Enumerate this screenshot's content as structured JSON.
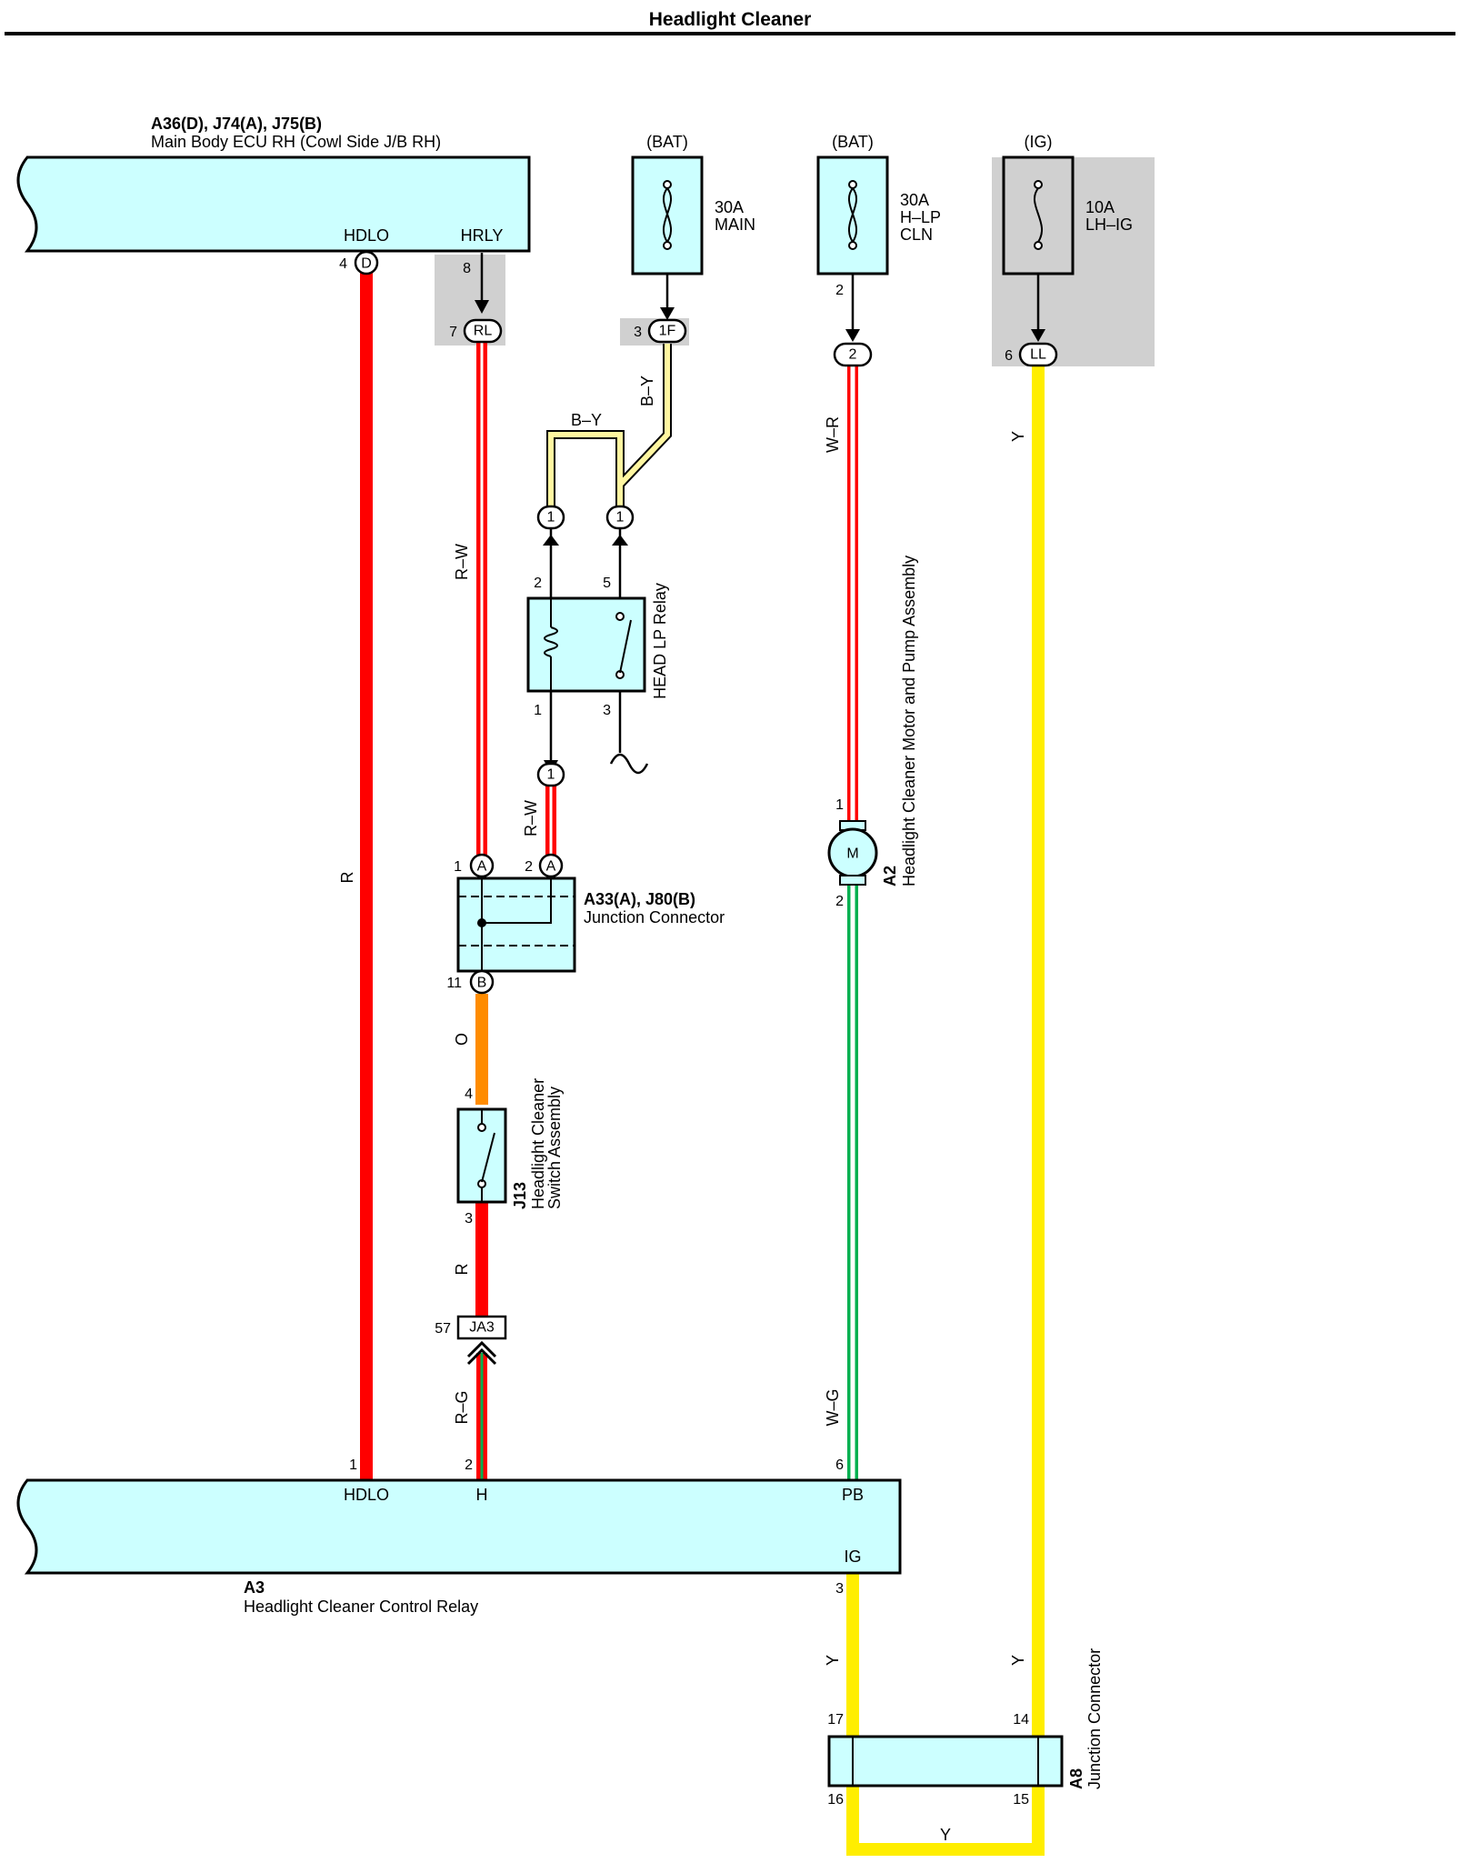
{
  "title": "Headlight Cleaner",
  "colors": {
    "red": "#ff0000",
    "orange": "#ff8c00",
    "yellow": "#ffee00",
    "light_yellow": "#fff6a0",
    "white": "#ffffff",
    "green": "#00b050",
    "component_fill": "#ccffff",
    "shade": "#d0d0d0"
  },
  "main_ecu": {
    "codes": "A36(D), J74(A), J75(B)",
    "name": "Main Body ECU RH (Cowl Side J/B RH)",
    "term_hdlo": "HDLO",
    "term_hrly": "HRLY",
    "pin_hdlo": "4",
    "conn_hdlo": "D",
    "pin_hrly": "8",
    "pin_rl": "7",
    "conn_rl": "RL"
  },
  "fuse_main": {
    "source": "(BAT)",
    "amp": "30A",
    "name": "MAIN",
    "pin": "3",
    "conn": "1F"
  },
  "fuse_hlp": {
    "source": "(BAT)",
    "amp": "30A",
    "name_line1": "H–LP",
    "name_line2": "CLN",
    "pin_out": "2",
    "conn": "2"
  },
  "fuse_ig": {
    "source": "(IG)",
    "amp": "10A",
    "name": "LH–IG",
    "pin": "6",
    "conn": "LL"
  },
  "relay": {
    "name": "HEAD LP Relay",
    "pin2": "2",
    "pin5": "5",
    "pin1": "1",
    "pin3": "3",
    "conn_top_left": "1",
    "conn_top_right": "1",
    "conn_bottom": "1"
  },
  "junction_connector": {
    "codes": "A33(A), J80(B)",
    "name": "Junction Connector",
    "pin1": "1",
    "conn1": "A",
    "pin2": "2",
    "conn2": "A",
    "pin11": "11",
    "conn11": "B"
  },
  "switch": {
    "code": "J13",
    "name_line1": "Headlight Cleaner",
    "name_line2": "Switch Assembly",
    "pin_top": "4",
    "pin_bottom": "3"
  },
  "ja3": {
    "pin": "57",
    "label": "JA3"
  },
  "motor": {
    "code": "A2",
    "name": "Headlight Cleaner Motor and Pump Assembly",
    "symbol": "M",
    "pin_top": "1",
    "pin_bottom": "2"
  },
  "control_relay": {
    "code": "A3",
    "name": "Headlight Cleaner Control Relay",
    "term_hdlo": "HDLO",
    "term_h": "H",
    "term_pb": "PB",
    "term_ig": "IG",
    "pin_hdlo": "1",
    "pin_h": "2",
    "pin_pb": "6",
    "pin_ig": "3"
  },
  "a8": {
    "code": "A8",
    "name": "Junction Connector",
    "pin17": "17",
    "pin14": "14",
    "pin16": "16",
    "pin15": "15"
  },
  "wires": {
    "r": "R",
    "rw_upper": "R–W",
    "rw_lower": "R–W",
    "by_vertical": "B–Y",
    "by_horizontal": "B–Y",
    "wr": "W–R",
    "y_top": "Y",
    "o": "O",
    "r_switch": "R",
    "rg": "R–G",
    "wg": "W–G",
    "y_left": "Y",
    "y_right": "Y",
    "y_bottom": "Y"
  }
}
